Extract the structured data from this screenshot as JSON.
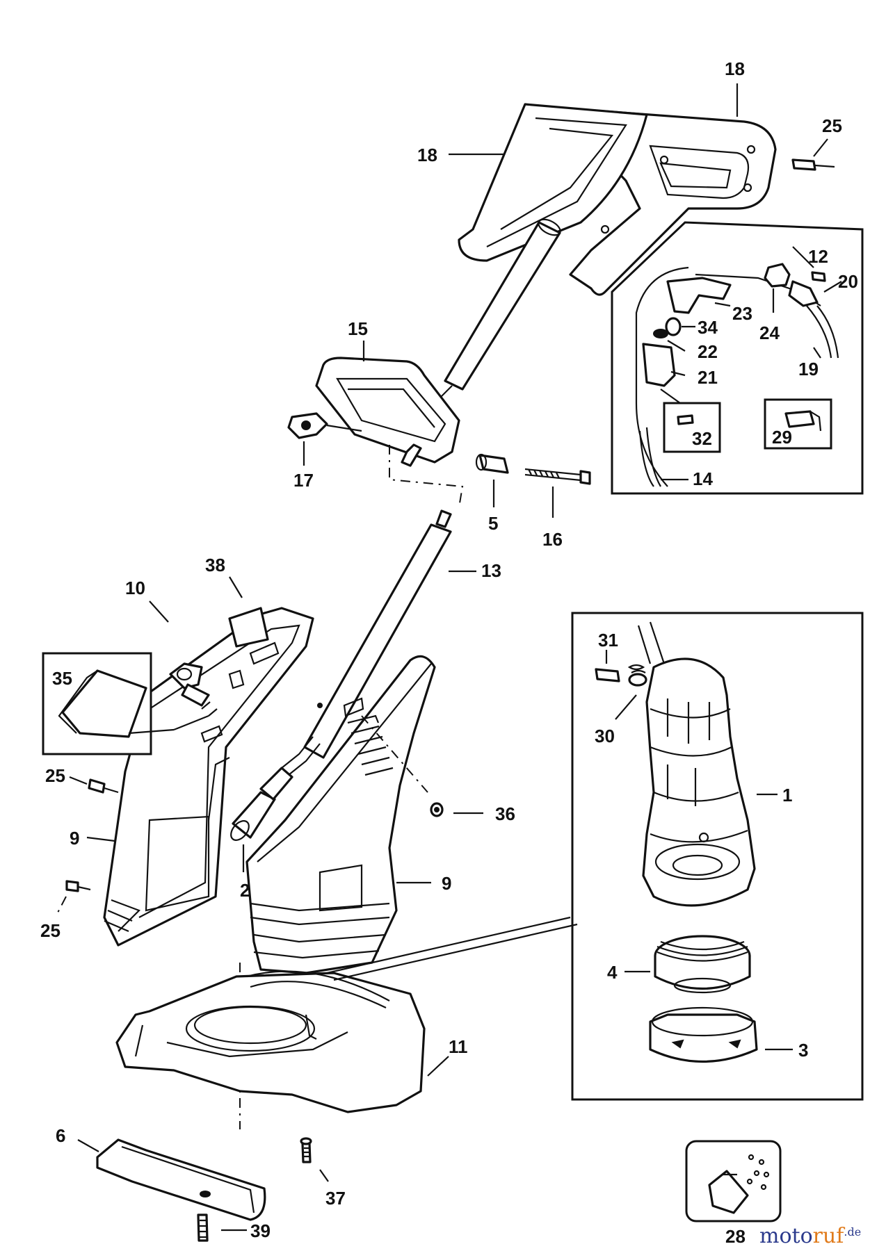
{
  "labels": {
    "l18a": "18",
    "l18b": "18",
    "l25a": "25",
    "l12": "12",
    "l20": "20",
    "l23": "23",
    "l24": "24",
    "l34": "34",
    "l22": "22",
    "l21": "21",
    "l19": "19",
    "l32": "32",
    "l29": "29",
    "l14": "14",
    "l15": "15",
    "l17": "17",
    "l5": "5",
    "l16": "16",
    "l13": "13",
    "l38": "38",
    "l10": "10",
    "l35": "35",
    "l25b": "25",
    "l9a": "9",
    "l25c": "25",
    "l2": "2",
    "l36": "36",
    "l9b": "9",
    "l31": "31",
    "l30": "30",
    "l1": "1",
    "l4": "4",
    "l3": "3",
    "l11": "11",
    "l6": "6",
    "l37": "37",
    "l39": "39",
    "l28": "28"
  },
  "watermark": {
    "part1": "moto",
    "part2": "ruf",
    "suffix": ".de"
  }
}
